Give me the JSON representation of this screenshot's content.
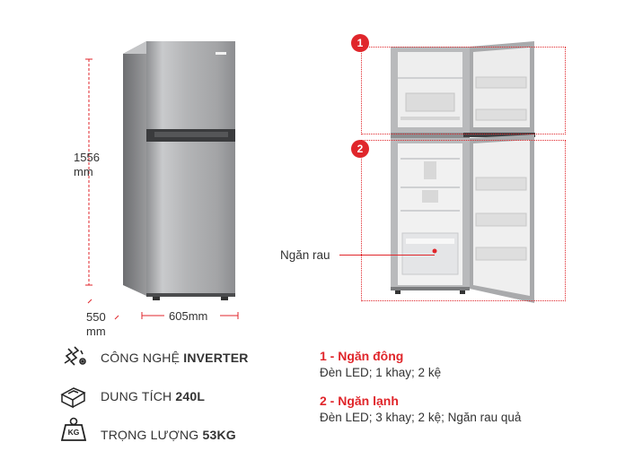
{
  "dimensions": {
    "height_value": "1556",
    "height_unit": "mm",
    "depth_value": "550",
    "depth_unit": "mm",
    "width_label": "605mm"
  },
  "callout": {
    "veg_drawer": "Ngăn rau"
  },
  "zones": [
    {
      "badge": "1",
      "title": "1 - Ngăn đông",
      "desc": "Đèn LED; 1 khay; 2 kệ"
    },
    {
      "badge": "2",
      "title": "2 - Ngăn lạnh",
      "desc": "Đèn LED; 3 khay; 2 kệ; Ngăn rau quả"
    }
  ],
  "specs": [
    {
      "icon": "inverter-icon",
      "label": "CÔNG NGHỆ ",
      "value": "INVERTER"
    },
    {
      "icon": "capacity-icon",
      "label": "DUNG TÍCH ",
      "value": "240L"
    },
    {
      "icon": "weight-icon",
      "label": "TRỌNG LƯỢNG ",
      "value": "53KG",
      "icon_text": "KG"
    }
  ],
  "colors": {
    "accent": "#e0262b",
    "steel": "#a8a9ab",
    "text": "#333333"
  }
}
